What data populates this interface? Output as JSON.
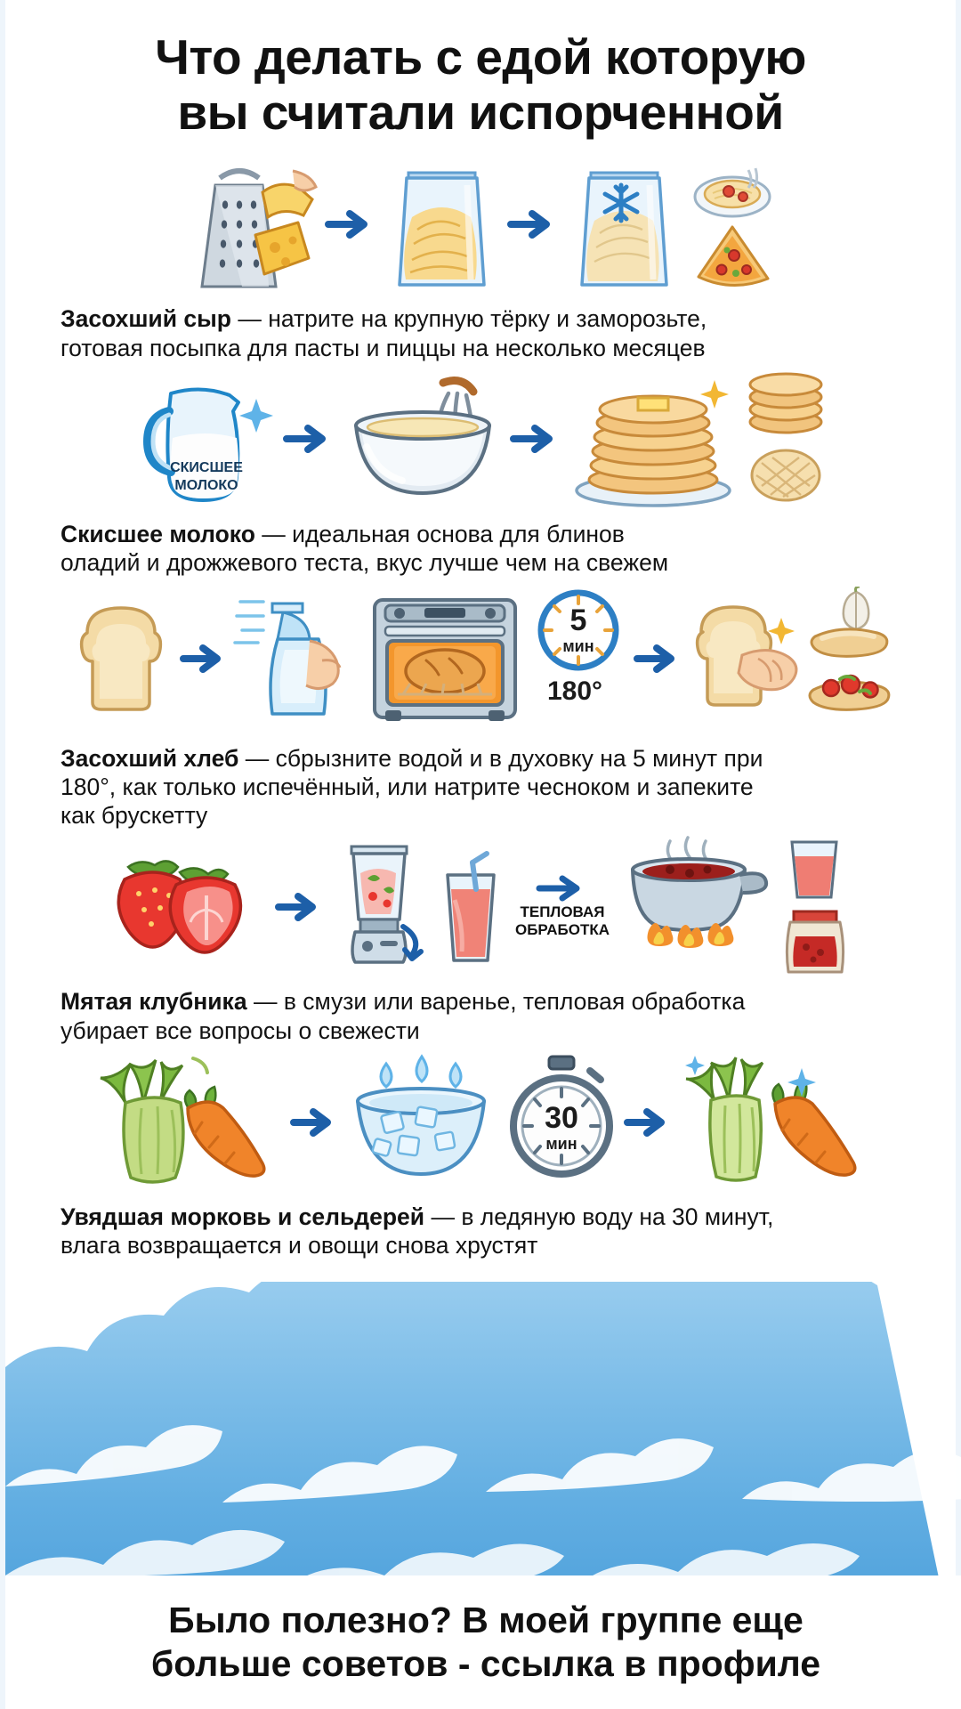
{
  "title": {
    "line1": "Что делать с едой которую",
    "line2": "вы считали испорченной"
  },
  "sections": [
    {
      "id": "cheese",
      "lead": "Засохший сыр",
      "dash": "—",
      "rest_line1": "натрите на крупную тёрку и заморозьте,",
      "rest_line2": "готовая посыпка для пасты и пиццы на несколько месяцев",
      "icons": [
        "grater-with-cheese",
        "arrow-right",
        "bag-of-grated-cheese",
        "arrow-right",
        "frozen-bag-of-cheese",
        "pasta-plate",
        "pizza-slice"
      ]
    },
    {
      "id": "sour-milk",
      "lead": "Скисшее молоко",
      "dash": "—",
      "rest_line1": "идеальная основа для блинов",
      "rest_line2": "оладий и дрожжевого теста, вкус лучше чем на свежем",
      "jug_label_line1": "СКИСШЕЕ",
      "jug_label_line2": "МОЛОКО",
      "icons": [
        "milk-jug",
        "arrow-right",
        "bowl-with-whisk",
        "arrow-right",
        "pancake-stack",
        "blini-stack",
        "bun"
      ]
    },
    {
      "id": "stale-bread",
      "lead": "Засохший хлеб",
      "dash": "—",
      "rest_line1": "сбрызните водой и в духовку на 5 минут при",
      "rest_line2": "180°, как только испечённый, или натрите чесноком и запеките",
      "rest_line3": "как брускетту",
      "timer_value": "5",
      "timer_unit": "мин",
      "temperature": "180°",
      "icons": [
        "bread-slice",
        "arrow-right",
        "spray-bottle-hand",
        "oven-with-bread",
        "timer-badge",
        "arrow-right",
        "bread-slice-hand",
        "garlic-bruschetta",
        "tomato-bruschetta"
      ]
    },
    {
      "id": "strawberry",
      "lead": "Мятая клубника",
      "dash": "—",
      "rest_line1": "в смузи или варенье, тепловая обработка",
      "rest_line2": "убирает все вопросы о свежести",
      "process_label_line1": "ТЕПЛОВАЯ",
      "process_label_line2": "ОБРАБОТКА",
      "icons": [
        "strawberries",
        "arrow-right",
        "blender",
        "smoothie-glass",
        "arrow-right",
        "saucepan-on-fire",
        "juice-glass",
        "jam-jar"
      ]
    },
    {
      "id": "limp-veggies",
      "lead": "Увядшая морковь и сельдерей",
      "dash": "—",
      "rest_line1": "в ледяную воду на 30 минут,",
      "rest_line2": "влага возвращается и овощи снова хрустят",
      "timer_value": "30",
      "timer_unit": "мин",
      "icons": [
        "limp-celery-carrot",
        "arrow-right",
        "ice-water-bowl",
        "stopwatch-badge",
        "arrow-right",
        "crisp-celery-carrot"
      ]
    }
  ],
  "footer": {
    "line1": "Было полезно? В моей группе еще",
    "line2": "больше советов - ссылка в профиле"
  },
  "colors": {
    "arrow_blue": "#1d5fa8",
    "cloud_blue": "#4a9fe0",
    "cheese_yellow": "#f6c445",
    "strawberry_red": "#e8372f",
    "carrot_orange": "#f0842a",
    "celery_green": "#7bb93f",
    "text_black": "#121212"
  }
}
